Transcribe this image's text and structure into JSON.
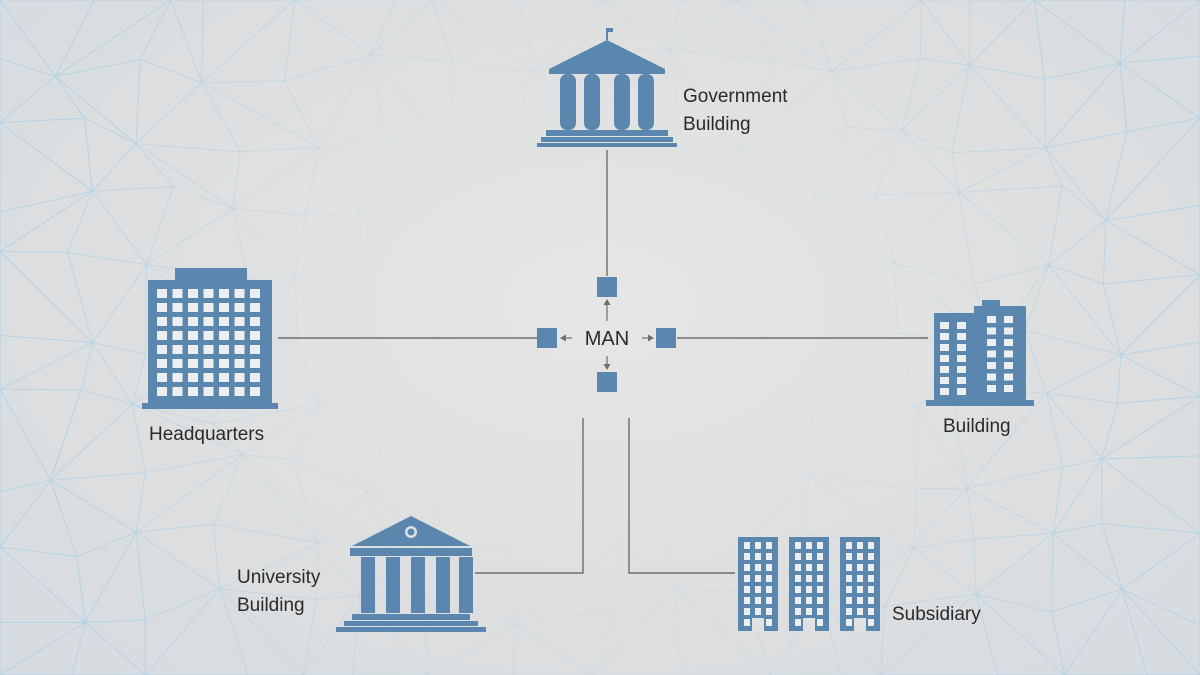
{
  "colors": {
    "icon": "#5b87ae",
    "line": "#6e6e6e",
    "mesh": "#a9d0e6",
    "text": "#2a2a2a"
  },
  "hub": {
    "label": "MAN"
  },
  "nodes": {
    "government": {
      "icon": "government-building-icon",
      "label_lines": [
        "Government",
        "Building"
      ]
    },
    "headquarters": {
      "icon": "office-tower-icon",
      "label_lines": [
        "Headquarters"
      ]
    },
    "building": {
      "icon": "apartment-building-icon",
      "label_lines": [
        "Building"
      ]
    },
    "university": {
      "icon": "university-building-icon",
      "label_lines": [
        "University",
        "Building"
      ]
    },
    "subsidiary": {
      "icon": "three-towers-icon",
      "label_lines": [
        "Subsidiary"
      ]
    }
  }
}
